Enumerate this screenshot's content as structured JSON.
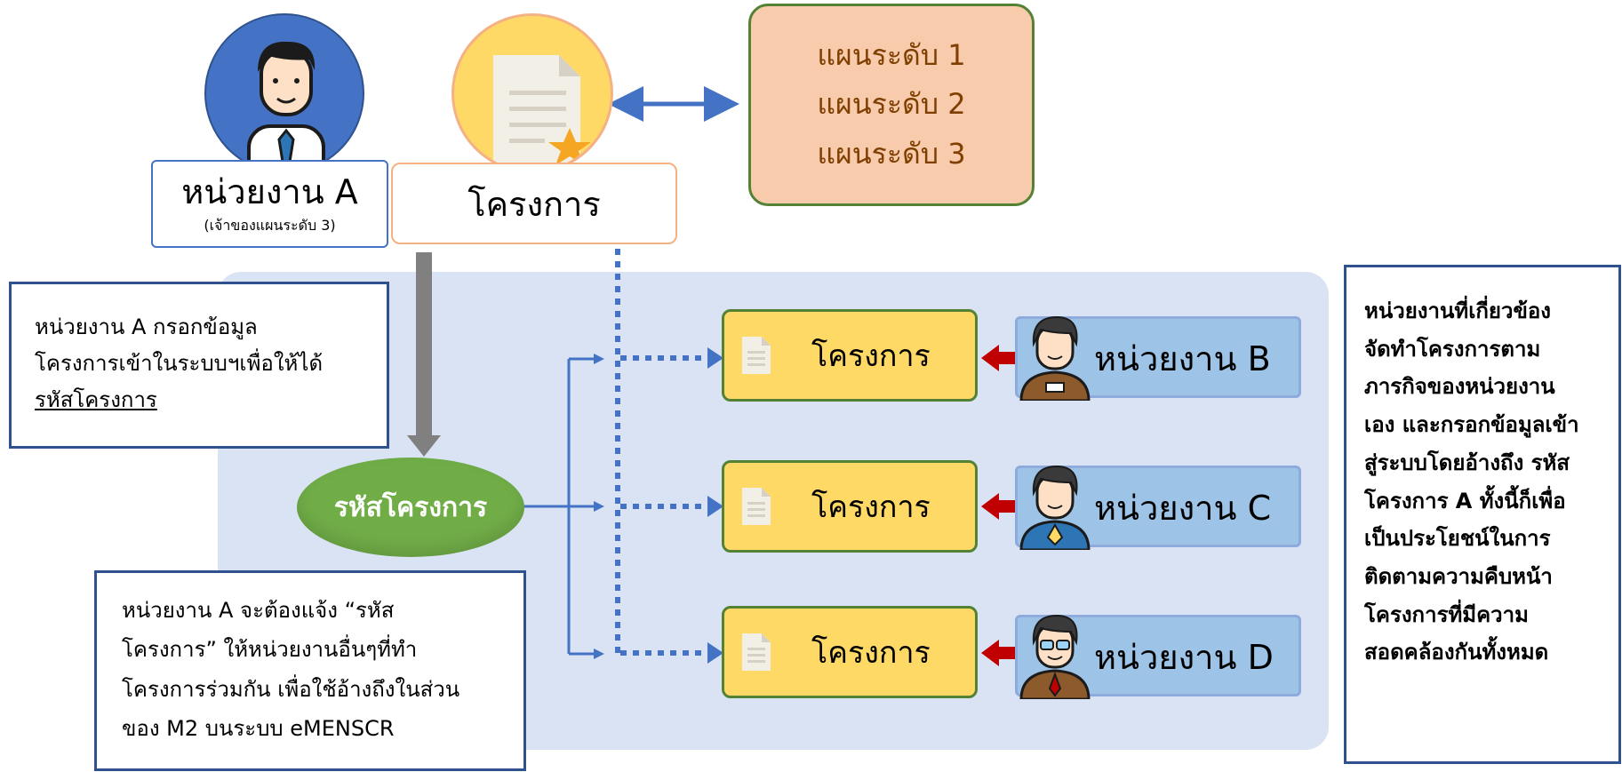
{
  "top": {
    "unit_a_title": "หน่วยงาน A",
    "unit_a_subtitle": "(เจ้าของแผนระดับ 3)",
    "project_label": "โครงการ"
  },
  "plans": [
    "แผนระดับ 1",
    "แผนระดับ 2",
    "แผนระดับ 3"
  ],
  "note_unit_a": {
    "line1": "หน่วยงาน A กรอกข้อมูล",
    "line2": "โครงการเข้าในระบบฯเพื่อให้ได้",
    "line3_underlined": "รหัสโครงการ"
  },
  "code_label": "รหัสโครงการ",
  "note_notify": {
    "lines": [
      "หน่วยงาน A จะต้องแจ้ง “รหัส",
      "โครงการ” ให้หน่วยงานอื่นๆที่ทำ",
      "โครงการร่วมกัน เพื่อใช้อ้างถึงในส่วน",
      "ของ M2 บนระบบ eMENSCR"
    ]
  },
  "rows": [
    {
      "project": "โครงการ",
      "unit": "หน่วยงาน B"
    },
    {
      "project": "โครงการ",
      "unit": "หน่วยงาน C"
    },
    {
      "project": "โครงการ",
      "unit": "หน่วยงาน D"
    }
  ],
  "note_related": {
    "lines": [
      "หน่วยงานที่เกี่ยวข้อง",
      "จัดทำโครงการตาม",
      "ภารกิจของหน่วยงาน",
      "เอง และกรอกข้อมูลเข้า",
      "สู่ระบบโดยอ้างถึง รหัส",
      "โครงการ A ทั้งนี้ก็เพื่อ",
      "เป็นประโยชน์ในการ",
      "ติดตามความคืบหน้า",
      "โครงการที่มีความ",
      "สอดคล้องกันทั้งหมด"
    ]
  },
  "colors": {
    "panel": "#dae3f3",
    "blue_border": "#2f528f",
    "project_fill": "#ffd966",
    "unit_fill": "#9dc3e6",
    "code_fill": "#70ad47",
    "plan_fill": "#f8cbad",
    "red_arrow": "#c00000",
    "blue_arrow": "#4472c4",
    "grey_arrow": "#808080"
  },
  "icons": [
    "businessman-icon",
    "certificate-document-icon",
    "document-icon",
    "person-icon"
  ]
}
